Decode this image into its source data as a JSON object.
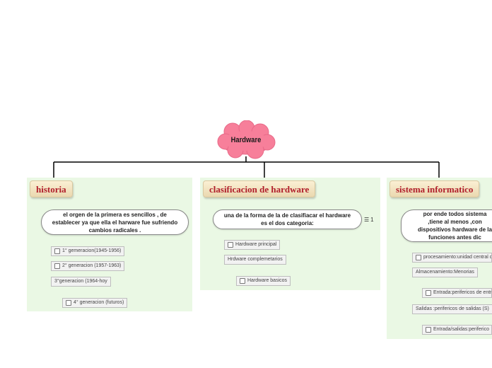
{
  "root": {
    "label": "Hardware"
  },
  "branches": [
    {
      "title": "historia",
      "note": "el orgen de la primera es sencillos , de establecer ya que ella el harware fue sufriendo cambios radicales .",
      "items": [
        "1° gemeracion(1945-1956)",
        "2° generacion (1957-1963)",
        "3°generacion (1964-hoy",
        "4° generacion (futuros)"
      ]
    },
    {
      "title": "clasificacion de hardware",
      "note": "una de la forma de la de clasifiacar el hardware es el dos categoria:",
      "badge": "1",
      "items": [
        "Hardware principal",
        "Hrdware complemetarios",
        "Hardware basicos"
      ]
    },
    {
      "title": "sistema informatico",
      "note": "por ende todos sistema ,tiene al menos ,con dispositivos hardware de la funciones antes dic",
      "items": [
        "procesamiento:unidad central de",
        "Almacenamiento:Menorias",
        "Entrada:perifericos de entra",
        "Salidas :perifericos de salidas (S)",
        "Entrada/salidas:periferico"
      ]
    }
  ],
  "colors": {
    "panel": "#eaf8e4",
    "topic_text": "#b01e2a",
    "cloud": "#f77f9a",
    "line": "#000000"
  }
}
